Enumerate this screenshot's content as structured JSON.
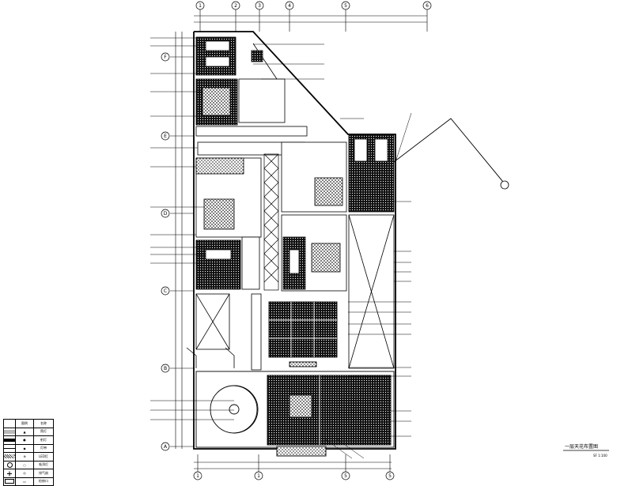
{
  "drawing": {
    "title_block": {
      "title": "一层天花布置图",
      "scale": "SF 1:100"
    }
  },
  "grid": {
    "top_axes": [
      "1",
      "2",
      "3",
      "4",
      "5",
      "6"
    ],
    "bottom_axes": [
      "1",
      "1",
      "5",
      "5"
    ],
    "left_axes": [
      "F",
      "E",
      "D",
      "C",
      "B",
      "A"
    ]
  },
  "legend": {
    "rows": [
      {
        "symbol": "header",
        "code": "图例",
        "desc": "名称"
      },
      {
        "symbol": "dots",
        "code": "▲",
        "desc": "筒灯"
      },
      {
        "symbol": "solid",
        "code": "●",
        "desc": "射灯"
      },
      {
        "symbol": "line",
        "code": "◆",
        "desc": "灯带"
      },
      {
        "symbol": "hatch",
        "code": "⊕",
        "desc": "LED灯"
      },
      {
        "symbol": "circle",
        "code": "○",
        "desc": "吸顶灯"
      },
      {
        "symbol": "cross",
        "code": "◎",
        "desc": "排气扇"
      },
      {
        "symbol": "empty",
        "code": "▭",
        "desc": "检修口"
      }
    ]
  }
}
